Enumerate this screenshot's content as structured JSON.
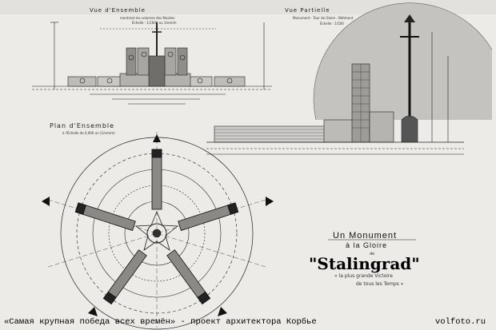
{
  "drawing": {
    "top_left_title": "Vue d'Ensemble",
    "top_left_subtitle": "montrant les volumes des Musées",
    "top_left_scale": "Échelle : 1/1000 ou 1mm/m",
    "top_right_title": "Vue Partielle",
    "top_right_subtitle": "Monument - Tour de Gloire - Bâtiment",
    "top_right_scale": "Échelle : 1/500",
    "plan_title": "Plan d'Ensemble",
    "plan_scale": "à l'Échelle de 0,000 un (1mm/m)",
    "monument_line1": "Un Monument",
    "monument_line2": "à la Gloire",
    "monument_line3": "de",
    "monument_name": "\"Stalingrad\"",
    "monument_line4": "« la plus grande Victoire",
    "monument_line5": "de tous les Temps »"
  },
  "caption": {
    "left": "«Самая крупная победа всех времён» - проект архитектора Корбье",
    "right": "volfoto.ru"
  }
}
